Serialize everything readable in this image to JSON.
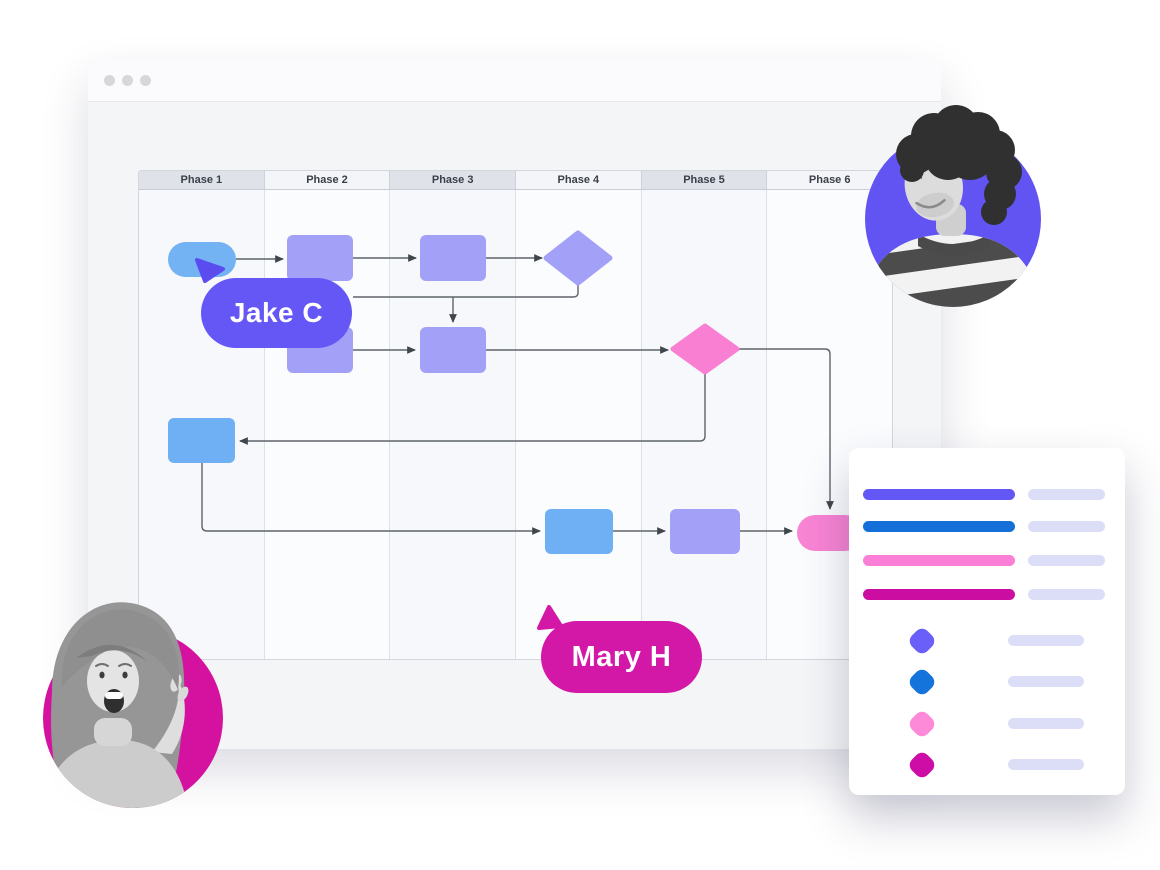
{
  "window": {
    "controls": {
      "dot_color": "#d6d7db",
      "dot_count": 3
    }
  },
  "board": {
    "phases": [
      "Phase 1",
      "Phase 2",
      "Phase 3",
      "Phase 4",
      "Phase 5",
      "Phase 6"
    ]
  },
  "flowchart": {
    "shape_colors": {
      "periwinkle": "#a3a0f7",
      "blue": "#6fb0f4",
      "sky": "#74b3f3",
      "pink": "#f97fd2",
      "pink_light": "#f884d4"
    },
    "connector_color": "#5f646b",
    "arrow_color": "#41464d"
  },
  "cursors": [
    {
      "name": "Jake C",
      "color": "#6457f6",
      "pointer_color": "#5b4cf0"
    },
    {
      "name": "Mary H",
      "color": "#d318a8",
      "pointer_color": "#d318a8"
    }
  ],
  "avatars": [
    {
      "id": "man-avatar",
      "accent": "#6154f3"
    },
    {
      "id": "woman-avatar",
      "accent": "#d5129f"
    }
  ],
  "panel": {
    "progress_rows": [
      {
        "color": "#6357f5",
        "track": "#dcdef8"
      },
      {
        "color": "#1470d8",
        "track": "#dcdef8"
      },
      {
        "color": "#fb7fd6",
        "track": "#dcdef8"
      },
      {
        "color": "#cc0da2",
        "track": "#dcdef8"
      }
    ],
    "legend_rows": [
      {
        "color": "#6b5ffa",
        "track": "#dcdef8"
      },
      {
        "color": "#1573dc",
        "track": "#dcdef8"
      },
      {
        "color": "#fc8ad9",
        "track": "#dcdef8"
      },
      {
        "color": "#ce0da6",
        "track": "#dcdef8"
      }
    ]
  }
}
